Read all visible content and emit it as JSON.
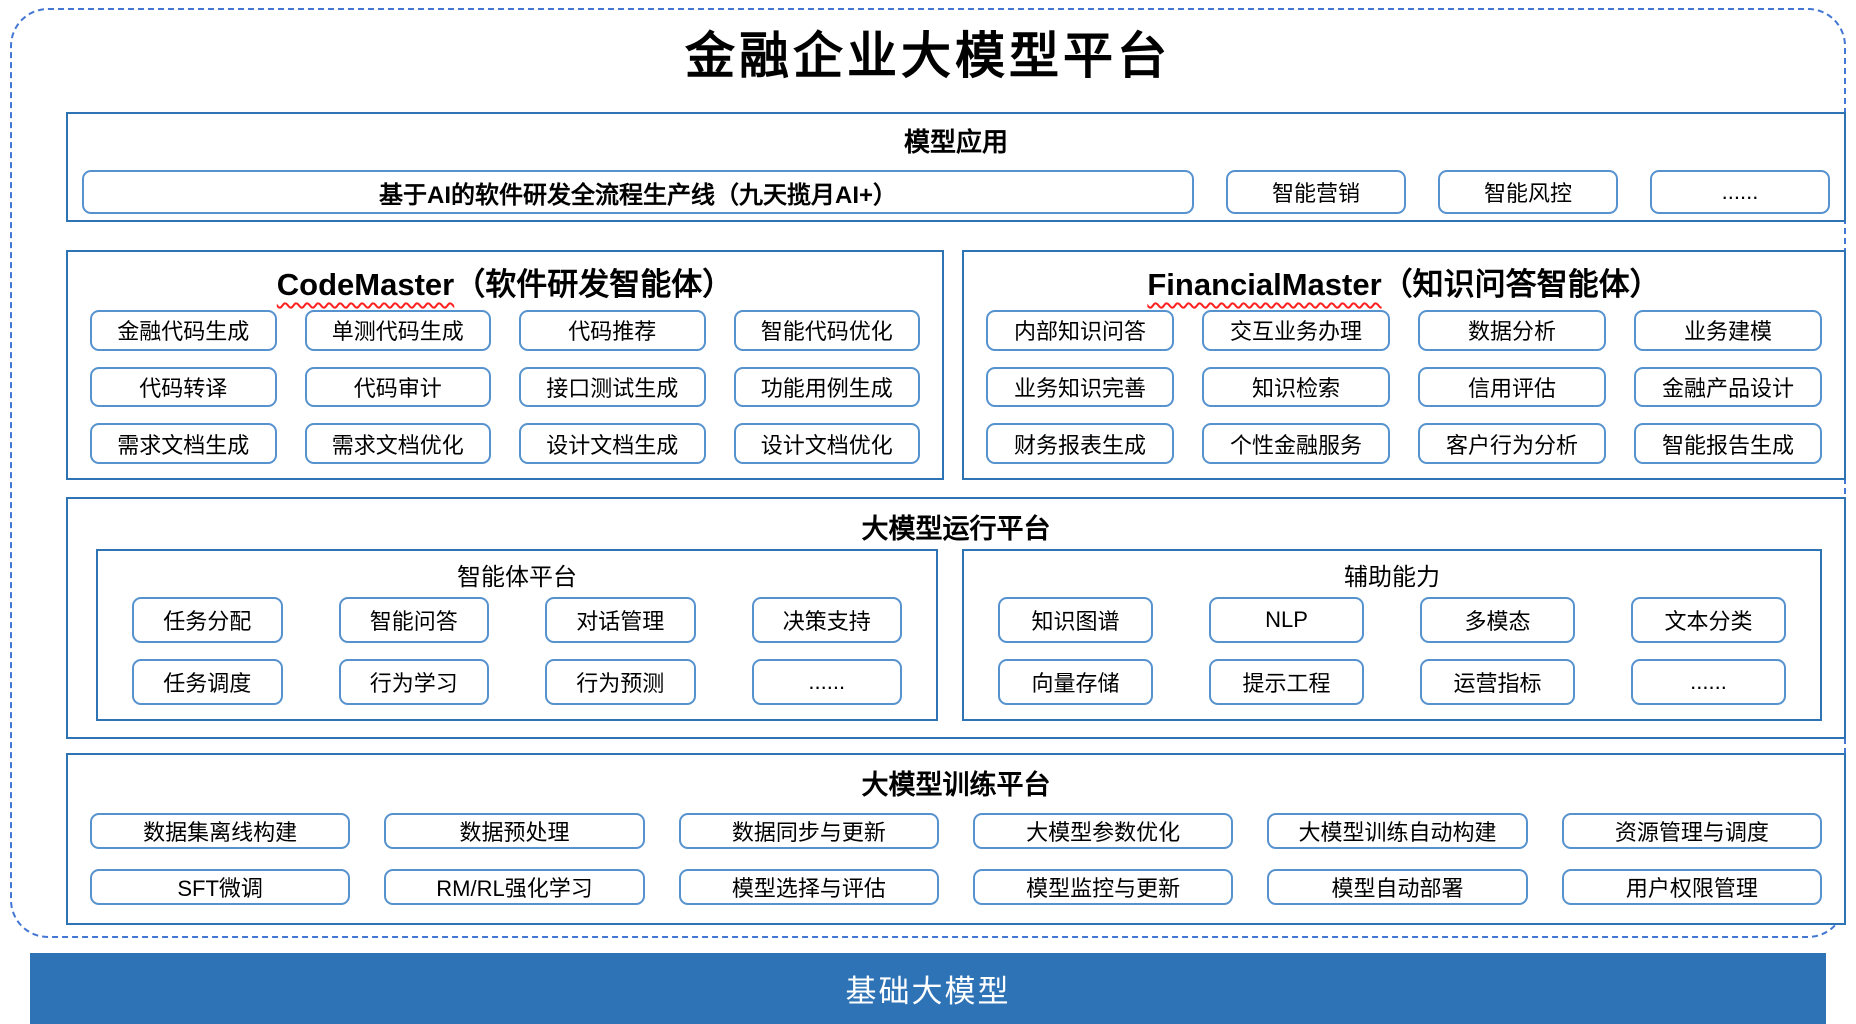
{
  "title": "金融企业大模型平台",
  "model_app": {
    "title": "模型应用",
    "pipeline_label": "基于AI的软件研发全流程生产线（九天揽月AI+）",
    "apps": [
      "智能营销",
      "智能风控",
      "......"
    ]
  },
  "agents": [
    {
      "name": "CodeMaster",
      "suffix": "（软件研发智能体）",
      "items": [
        "金融代码生成",
        "单测代码生成",
        "代码推荐",
        "智能代码优化",
        "代码转译",
        "代码审计",
        "接口测试生成",
        "功能用例生成",
        "需求文档生成",
        "需求文档优化",
        "设计文档生成",
        "设计文档优化"
      ]
    },
    {
      "name": "FinancialMaster",
      "suffix": "（知识问答智能体）",
      "items": [
        "内部知识问答",
        "交互业务办理",
        "数据分析",
        "业务建模",
        "业务知识完善",
        "知识检索",
        "信用评估",
        "金融产品设计",
        "财务报表生成",
        "个性金融服务",
        "客户行为分析",
        "智能报告生成"
      ]
    }
  ],
  "runtime": {
    "title": "大模型运行平台",
    "groups": [
      {
        "title": "智能体平台",
        "items": [
          "任务分配",
          "智能问答",
          "对话管理",
          "决策支持",
          "任务调度",
          "行为学习",
          "行为预测",
          "......"
        ]
      },
      {
        "title": "辅助能力",
        "items": [
          "知识图谱",
          "NLP",
          "多模态",
          "文本分类",
          "向量存储",
          "提示工程",
          "运营指标",
          "......"
        ]
      }
    ]
  },
  "training": {
    "title": "大模型训练平台",
    "items": [
      "数据集离线构建",
      "数据预处理",
      "数据同步与更新",
      "大模型参数优化",
      "大模型训练自动构建",
      "资源管理与调度",
      "SFT微调",
      "RM/RL强化学习",
      "模型选择与评估",
      "模型监控与更新",
      "模型自动部署",
      "用户权限管理"
    ]
  },
  "foundation": {
    "label": "基础大模型"
  },
  "colors": {
    "outer_dashed_border": "#4477d4",
    "section_border": "#2e74b5",
    "item_border": "#5692ce",
    "spellcheck_underline": "#ff2020",
    "foundation_bg": "#2e73b6",
    "foundation_text": "#ffffff"
  }
}
